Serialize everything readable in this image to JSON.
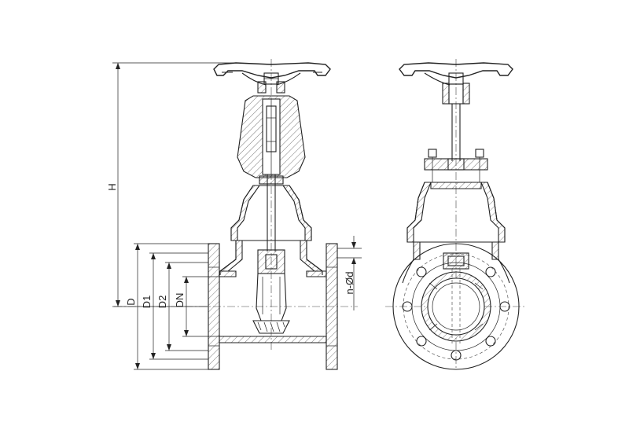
{
  "dimensions": {
    "height": "H",
    "flange_od": "D",
    "bolt_circle": "D1",
    "raised_face": "D2",
    "nominal_bore": "DN",
    "bolt_holes": "n-Ød"
  },
  "views": [
    "side-section-view",
    "end-section-view"
  ]
}
